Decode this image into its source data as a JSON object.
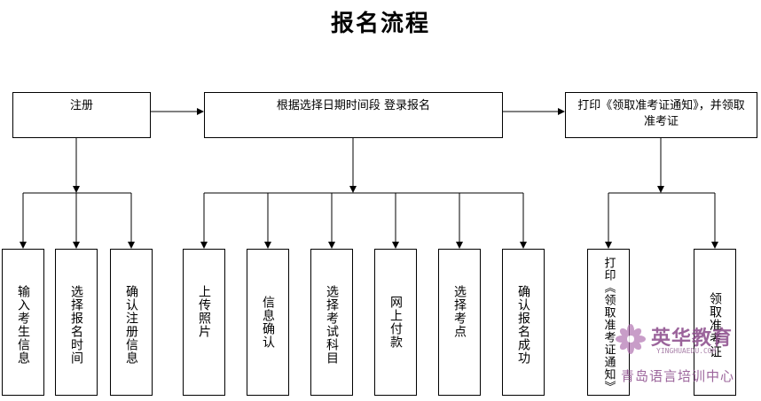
{
  "title": "报名流程",
  "steps": {
    "register": "注册",
    "choose_period": "根据选择日期时间段 登录报名",
    "print_ticket": "打印《领取准考证通知》，并领取准考证"
  },
  "register_substeps": [
    "输入考生信息",
    "选择报名时间",
    "确认注册信息"
  ],
  "period_substeps": [
    "上传照片",
    "信息确认",
    "选择考试科目",
    "网上付款",
    "选择考点",
    "确认报名成功"
  ],
  "ticket_substeps": [
    "打印《领取准考证通知》",
    "领取准考证"
  ],
  "watermark": {
    "brand": "英华教育",
    "url": "YINGHUAEDU.COM",
    "subtitle": "青岛语言培训中心",
    "color": "#8a4a8a"
  }
}
